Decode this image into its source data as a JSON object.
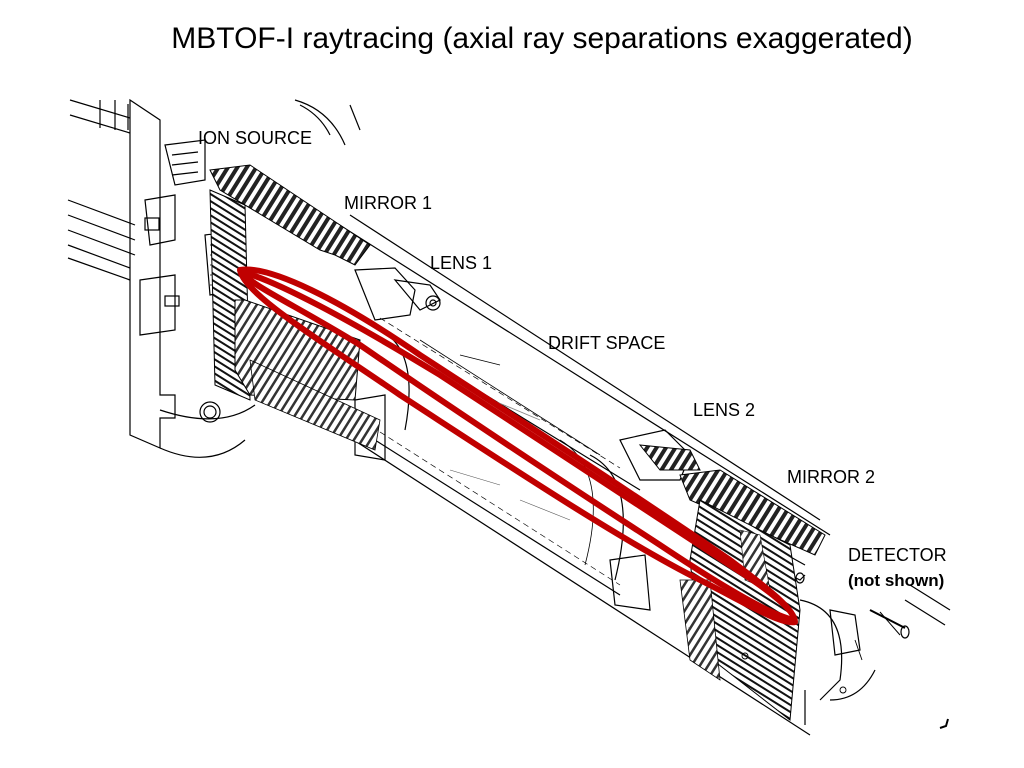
{
  "slide": {
    "title": "MBTOF-I raytracing (axial ray separations exaggerated)"
  },
  "labels": {
    "ion_source": "ION SOURCE",
    "mirror_1": "MIRROR 1",
    "lens_1": "LENS 1",
    "drift_space": "DRIFT SPACE",
    "lens_2": "LENS 2",
    "mirror_2": "MIRROR 2",
    "detector": "DETECTOR",
    "detector_note": "(not shown)"
  },
  "colors": {
    "ray_path": "#c00000",
    "line_art": "#000000",
    "background": "#ffffff"
  }
}
